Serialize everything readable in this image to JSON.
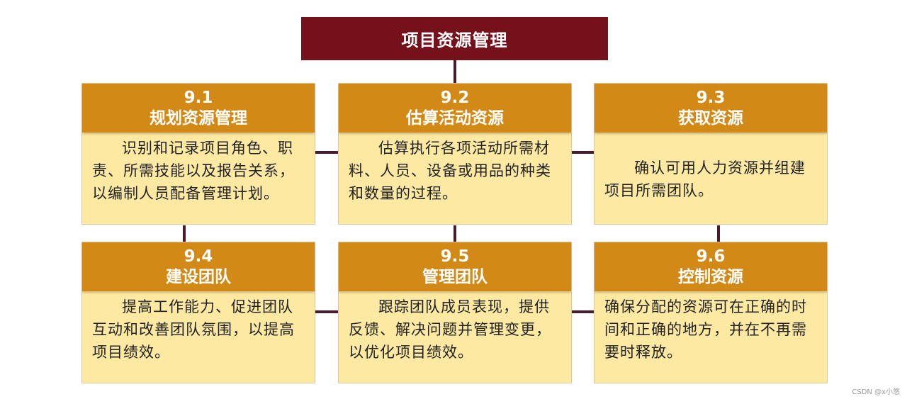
{
  "title": "项目资源管理",
  "processes": [
    {
      "number": "9.1",
      "name": "规划资源管理",
      "description": "识别和记录项目角色、职责、所需技能以及报告关系，以编制人员配备管理计划。"
    },
    {
      "number": "9.2",
      "name": "估算活动资源",
      "description": "估算执行各项活动所需材料、人员、设备或用品的种类和数量的过程。"
    },
    {
      "number": "9.3",
      "name": "获取资源",
      "description": "确认可用人力资源并组建项目所需团队。"
    },
    {
      "number": "9.4",
      "name": "建设团队",
      "description": "提高工作能力、促进团队互动和改善团队氛围，以提高项目绩效。"
    },
    {
      "number": "9.5",
      "name": "管理团队",
      "description": "跟踪团队成员表现，提供反馈、解决问题并管理变更，以优化项目绩效。"
    },
    {
      "number": "9.6",
      "name": "控制资源",
      "description": "确保分配的资源可在正确的时间和正确的地方，并在不再需要时释放。"
    }
  ],
  "watermark": "CSDN @x小悠",
  "colors": {
    "title_bg": "#74111a",
    "header_bg": "#d28916",
    "body_bg": "#fde9a2",
    "connector": "#4a1a2e"
  }
}
